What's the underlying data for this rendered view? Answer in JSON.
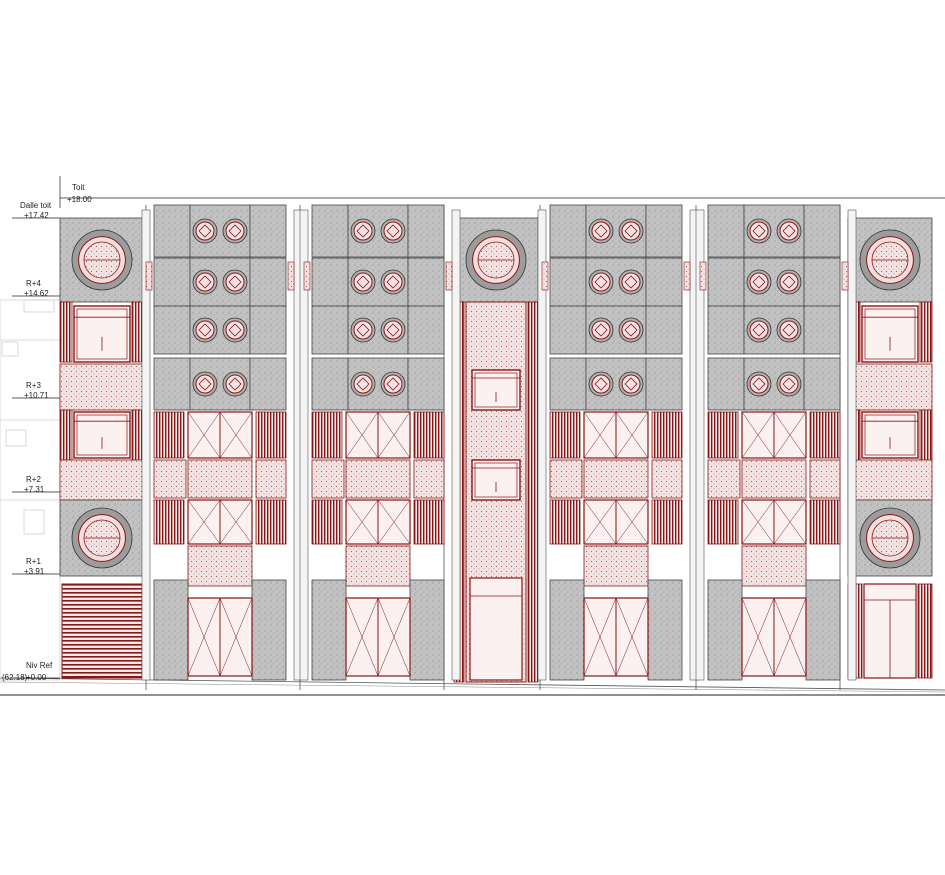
{
  "colors": {
    "line": "#8a1515",
    "stone": "#bdbdbd",
    "stone_dark": "#9e9e9e",
    "light_fill": "#ecd3d3",
    "ink": "#222222",
    "ghost": "#d0d0d0"
  },
  "levels": [
    {
      "id": "toit",
      "name": "Toit",
      "value": "+18.00"
    },
    {
      "id": "dalle",
      "name": "Dalle toit",
      "value": "+17.42"
    },
    {
      "id": "r4",
      "name": "R+4",
      "value": "+14.62"
    },
    {
      "id": "r3",
      "name": "R+3",
      "value": "+10.71"
    },
    {
      "id": "r2",
      "name": "R+2",
      "value": "+7.31"
    },
    {
      "id": "r1",
      "name": "R+1",
      "value": "+3.91"
    },
    {
      "id": "ref",
      "name": "Niv Ref",
      "sub": "(62.18)",
      "value": "+0.00"
    }
  ],
  "bays": [
    {
      "type": "end-left"
    },
    {
      "type": "pod"
    },
    {
      "type": "center"
    },
    {
      "type": "pod"
    },
    {
      "type": "pod"
    },
    {
      "type": "end-right"
    }
  ]
}
